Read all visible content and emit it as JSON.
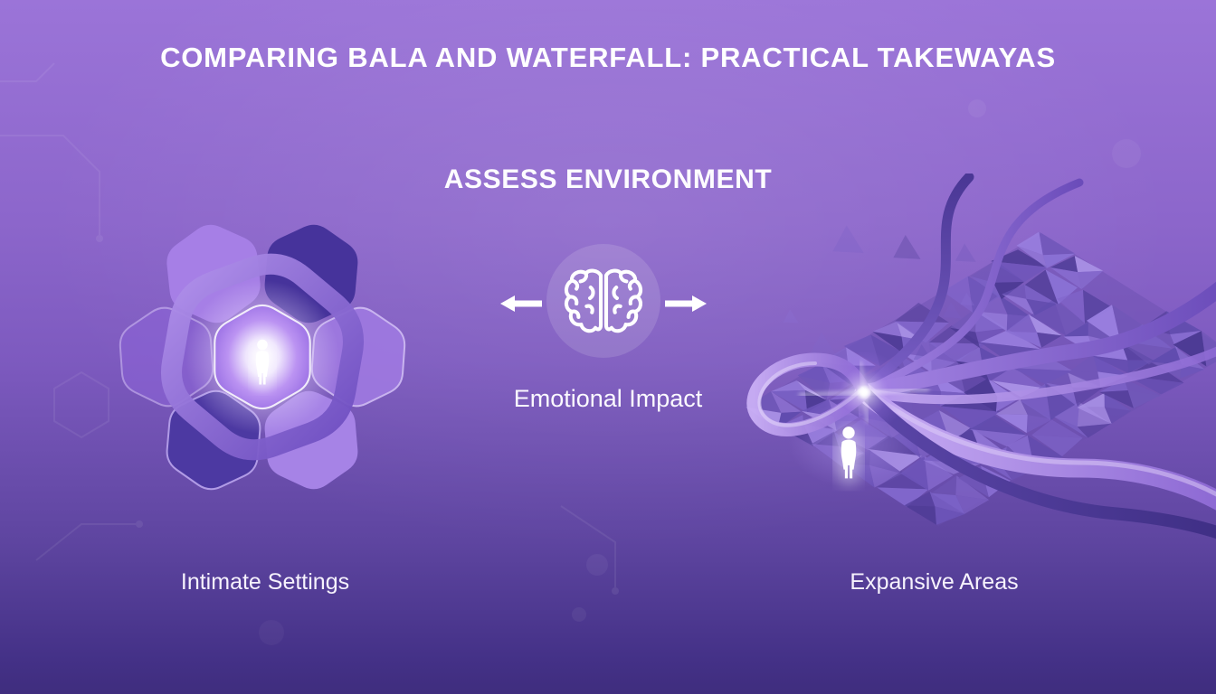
{
  "page": {
    "title": "COMPARING BALA AND WATERFALL: PRACTICAL TAKEWAYAS",
    "section_title": "ASSESS ENVIRONMENT"
  },
  "center_module": {
    "icon": "brain-icon",
    "label": "Emotional Impact",
    "arrow_left_icon": "arrow-left-icon",
    "arrow_right_icon": "arrow-right-icon"
  },
  "left_module": {
    "label": "Intimate Settings",
    "illustration": "hexagon-cluster-with-person"
  },
  "right_module": {
    "label": "Expansive Areas",
    "illustration": "shattered-plane-with-ribbons-and-person"
  },
  "colors": {
    "bg_top": "#9B74D8",
    "bg_mid": "#7D5ABF",
    "bg_bottom": "#3F2D7E",
    "text": "#FFFFFF",
    "hex_light": "#A67FE6",
    "hex_dark": "#46339B",
    "ring_light": "#B393EC",
    "ring_dark": "#6A4ABE",
    "ribbon_light": "#C9AEF5",
    "ribbon_dark": "#3E2E84",
    "glow": "#FFFFFF"
  }
}
